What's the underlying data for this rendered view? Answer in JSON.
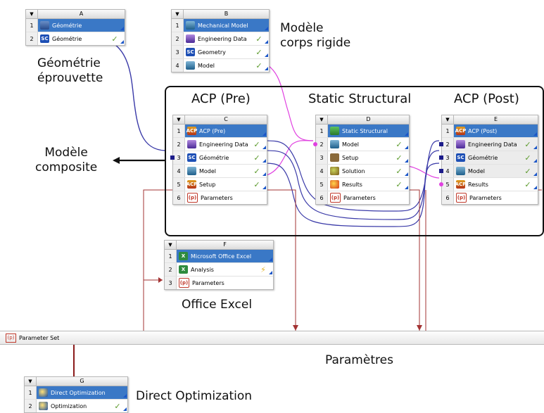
{
  "labels": {
    "geom_eprouvette": "Géométrie\néprouvette",
    "modele_corps": "Modèle\ncorps rigide",
    "acp_pre_title": "ACP (Pre)",
    "static_title": "Static Structural",
    "acp_post_title": "ACP (Post)",
    "modele_composite": "Modèle\ncomposite",
    "office_excel": "Office Excel",
    "parametres": "Paramètres",
    "direct_opt": "Direct Optimization"
  },
  "parameter_bar": {
    "label": "Parameter Set"
  },
  "blocks": {
    "A": {
      "letter": "A",
      "rows": [
        {
          "n": "1",
          "icon": "geometry-icon",
          "label": "Géométrie",
          "status": ""
        },
        {
          "n": "2",
          "icon": "sc-icon",
          "label": "Géométrie",
          "status": "✓"
        }
      ]
    },
    "B": {
      "letter": "B",
      "rows": [
        {
          "n": "1",
          "icon": "mechanical-model-icon",
          "label": "Mechanical Model",
          "status": ""
        },
        {
          "n": "2",
          "icon": "engineering-data-icon",
          "label": "Engineering Data",
          "status": "✓"
        },
        {
          "n": "3",
          "icon": "sc-icon",
          "label": "Geometry",
          "status": "✓"
        },
        {
          "n": "4",
          "icon": "model-icon",
          "label": "Model",
          "status": "✓"
        }
      ]
    },
    "C": {
      "letter": "C",
      "rows": [
        {
          "n": "1",
          "icon": "acp-icon",
          "label": "ACP (Pre)",
          "status": ""
        },
        {
          "n": "2",
          "icon": "engineering-data-icon",
          "label": "Engineering Data",
          "status": "✓"
        },
        {
          "n": "3",
          "icon": "sc-icon",
          "label": "Géométrie",
          "status": "✓"
        },
        {
          "n": "4",
          "icon": "model-icon",
          "label": "Model",
          "status": "✓"
        },
        {
          "n": "5",
          "icon": "acp-setup-icon",
          "label": "Setup",
          "status": "✓"
        },
        {
          "n": "6",
          "icon": "parameters-icon",
          "label": "Parameters",
          "status": ""
        }
      ]
    },
    "D": {
      "letter": "D",
      "rows": [
        {
          "n": "1",
          "icon": "static-structural-icon",
          "label": "Static Structural",
          "status": ""
        },
        {
          "n": "2",
          "icon": "model-icon",
          "label": "Model",
          "status": "✓"
        },
        {
          "n": "3",
          "icon": "setup-icon",
          "label": "Setup",
          "status": "✓"
        },
        {
          "n": "4",
          "icon": "solution-icon",
          "label": "Solution",
          "status": "✓"
        },
        {
          "n": "5",
          "icon": "results-icon",
          "label": "Results",
          "status": "✓"
        },
        {
          "n": "6",
          "icon": "parameters-icon",
          "label": "Parameters",
          "status": ""
        }
      ]
    },
    "E": {
      "letter": "E",
      "rows": [
        {
          "n": "1",
          "icon": "acp-icon",
          "label": "ACP (Post)",
          "status": ""
        },
        {
          "n": "2",
          "icon": "engineering-data-icon",
          "label": "Engineering Data",
          "status": "✓"
        },
        {
          "n": "3",
          "icon": "sc-icon",
          "label": "Géométrie",
          "status": "✓"
        },
        {
          "n": "4",
          "icon": "model-icon",
          "label": "Model",
          "status": "✓"
        },
        {
          "n": "5",
          "icon": "acp-results-icon",
          "label": "Results",
          "status": "✓"
        },
        {
          "n": "6",
          "icon": "parameters-icon",
          "label": "Parameters",
          "status": ""
        }
      ]
    },
    "F": {
      "letter": "F",
      "rows": [
        {
          "n": "1",
          "icon": "excel-icon",
          "label": "Microsoft Office Excel",
          "status": ""
        },
        {
          "n": "2",
          "icon": "excel-analysis-icon",
          "label": "Analysis",
          "status": "⚡"
        },
        {
          "n": "3",
          "icon": "parameters-icon",
          "label": "Parameters",
          "status": ""
        }
      ]
    },
    "G": {
      "letter": "G",
      "rows": [
        {
          "n": "1",
          "icon": "direct-optimization-icon",
          "label": "Direct Optimization",
          "status": ""
        },
        {
          "n": "2",
          "icon": "optimization-icon",
          "label": "Optimization",
          "status": "✓"
        }
      ]
    }
  },
  "colors": {
    "blue_link": "#2c2ca8",
    "magenta_link": "#e040e0",
    "param_link": "#a33333",
    "header_blue": "#3a78c6"
  }
}
